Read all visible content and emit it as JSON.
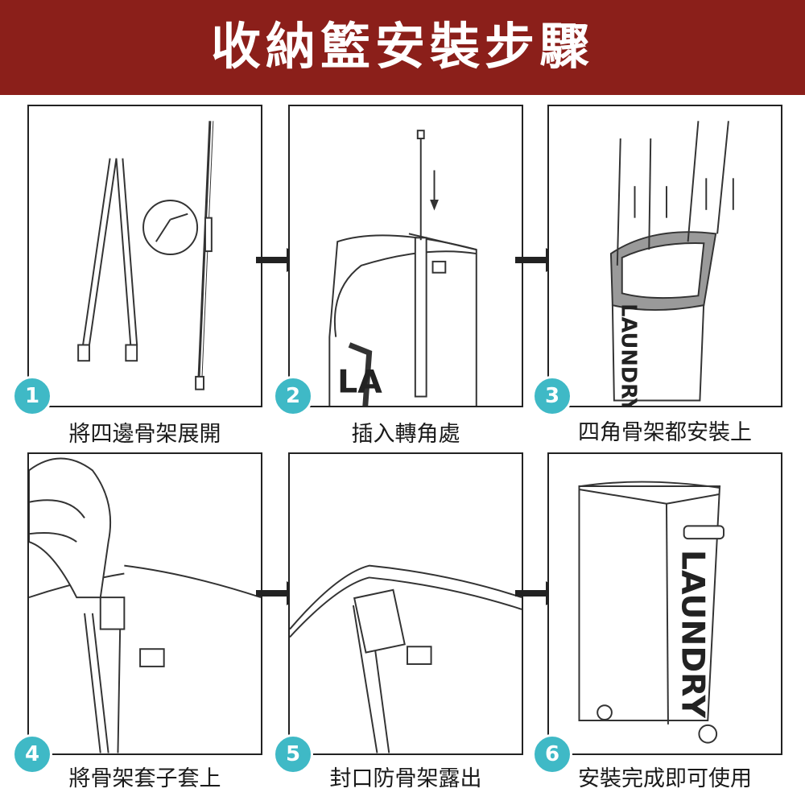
{
  "banner": {
    "title": "收納籃安裝步驟",
    "color": "#8b1f1a"
  },
  "accent": "#3fb9c6",
  "steps": [
    {
      "number": "1",
      "caption": "將四邊骨架展開"
    },
    {
      "number": "2",
      "caption": "插入轉角處"
    },
    {
      "number": "3",
      "caption": "四角骨架都安裝上"
    },
    {
      "number": "4",
      "caption": "將骨架套子套上"
    },
    {
      "number": "5",
      "caption": "封口防骨架露出"
    },
    {
      "number": "6",
      "caption": "安裝完成即可使用"
    }
  ],
  "product_label": "LAUNDRY",
  "product_label_partial": "LA",
  "icons": [
    "arrow-right-icon",
    "laundry-basket-icon",
    "frame-rod-icon",
    "hand-icon"
  ]
}
